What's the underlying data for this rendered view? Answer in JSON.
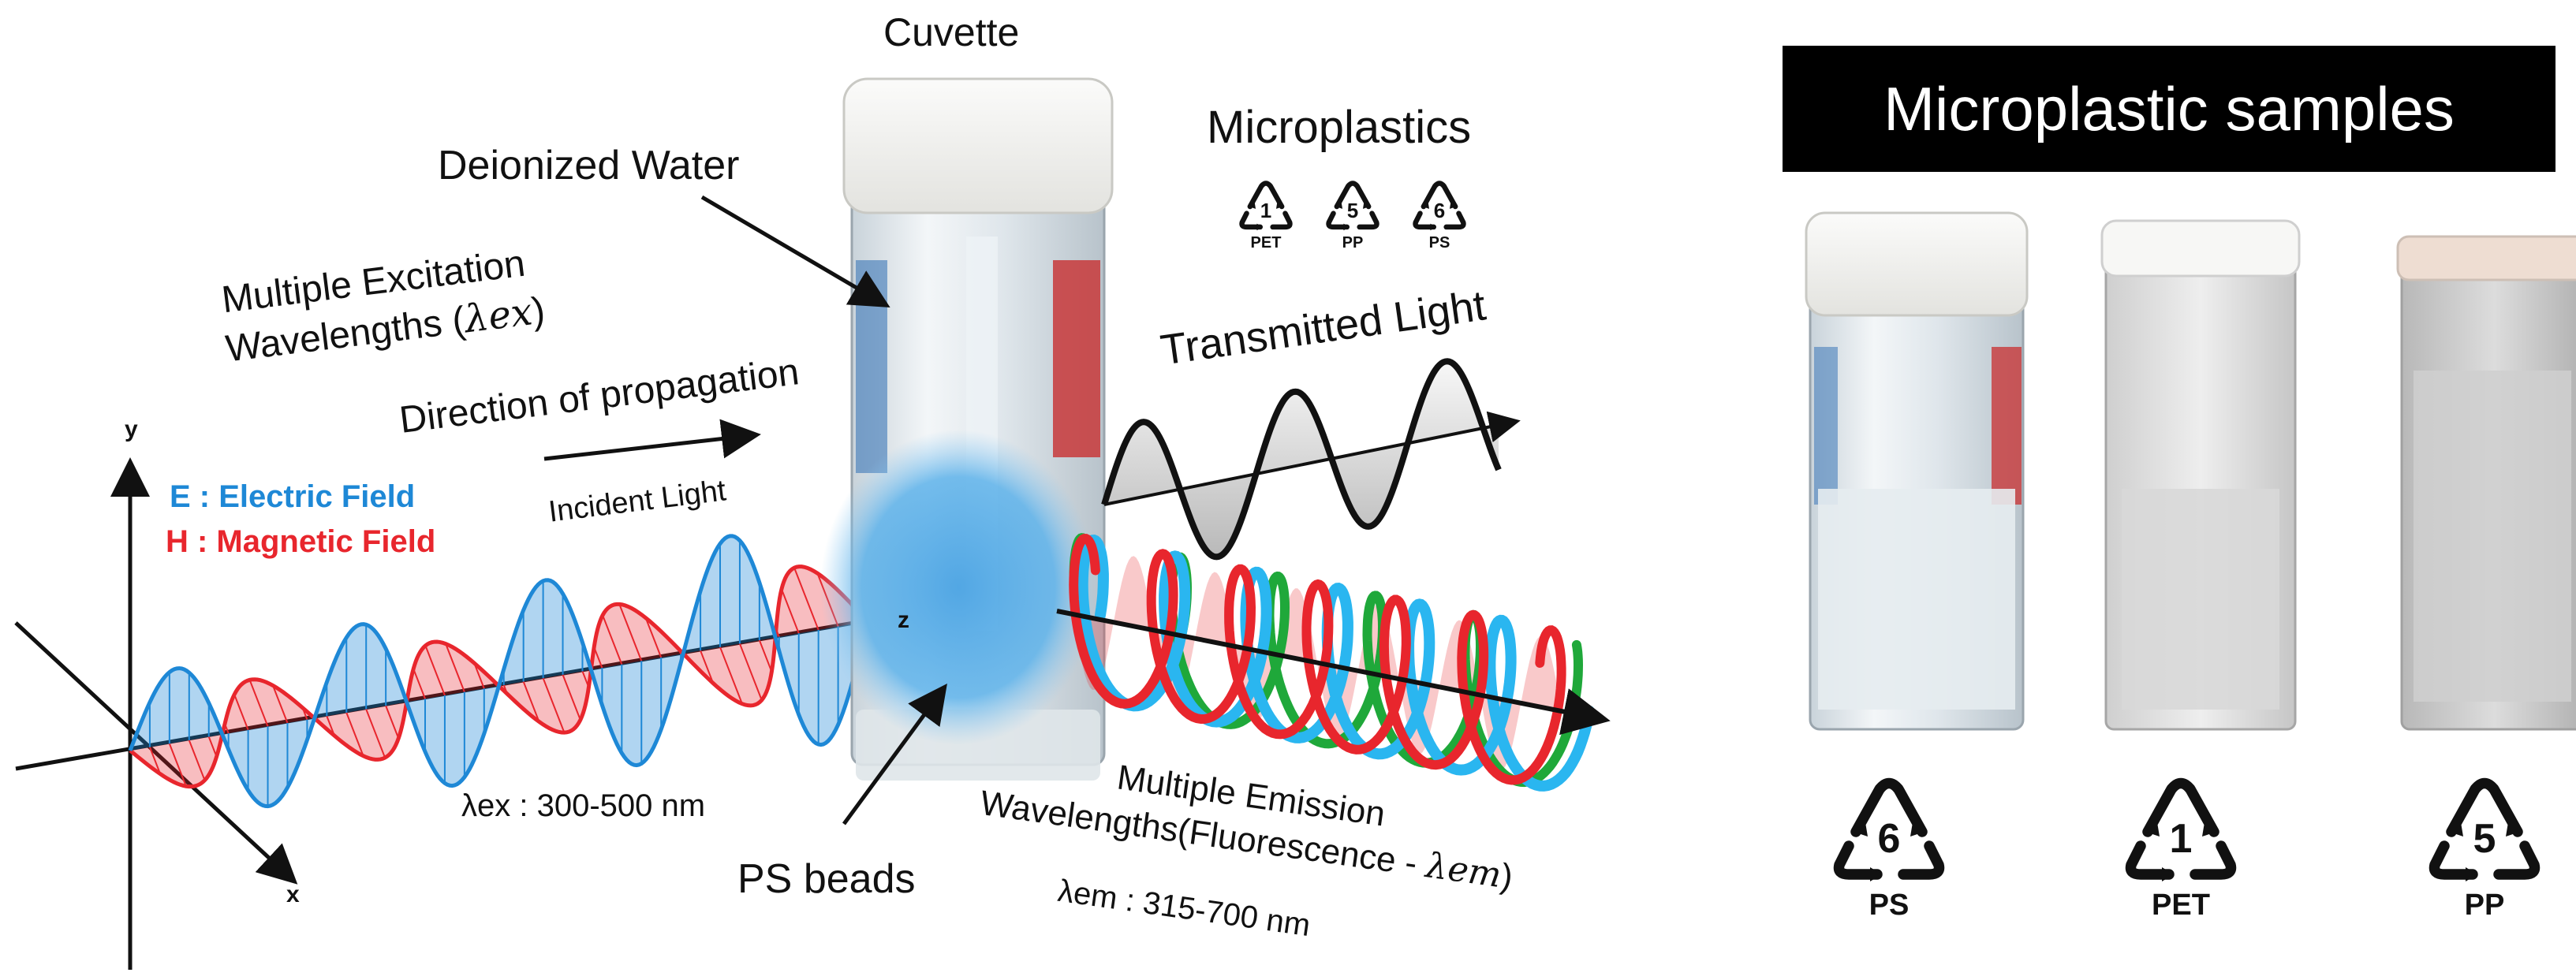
{
  "left_panel": {
    "cuvette_label": "Cuvette",
    "deionized_water_label": "Deionized Water",
    "excitation_line1": "Multiple Excitation",
    "excitation_line2": "Wavelengths (",
    "excitation_symbol": "λex",
    "excitation_close": ")",
    "direction_label": "Direction of propagation",
    "incident_label": "Incident Light",
    "e_field_label": "E : Electric Field",
    "h_field_label": "H : Magnetic Field",
    "axis_y": "y",
    "axis_x": "x",
    "axis_z": "z",
    "lambda_ex_range": "λex : 300-500 nm",
    "ps_beads_label": "PS beads",
    "microplastics_title": "Microplastics",
    "microplastics_codes": [
      {
        "number": "1",
        "name": "PET"
      },
      {
        "number": "5",
        "name": "PP"
      },
      {
        "number": "6",
        "name": "PS"
      }
    ],
    "transmitted_label": "Transmitted Light",
    "emission_line1": "Multiple Emission",
    "emission_line2": "Wavelengths(Fluorescence - ",
    "emission_symbol": "λem",
    "emission_close": ")",
    "lambda_em_range": "λem : 315-700 nm"
  },
  "right_panel": {
    "banner_title": "Microplastic samples",
    "samples": [
      {
        "number": "6",
        "name": "PS"
      },
      {
        "number": "1",
        "name": "PET"
      },
      {
        "number": "5",
        "name": "PP"
      }
    ]
  },
  "colors": {
    "electric_field": "#1e88d6",
    "magnetic_field": "#e8262d",
    "green_emission": "#1fa83a",
    "cyan_emission": "#2ab6f0",
    "banner": "#000000"
  }
}
